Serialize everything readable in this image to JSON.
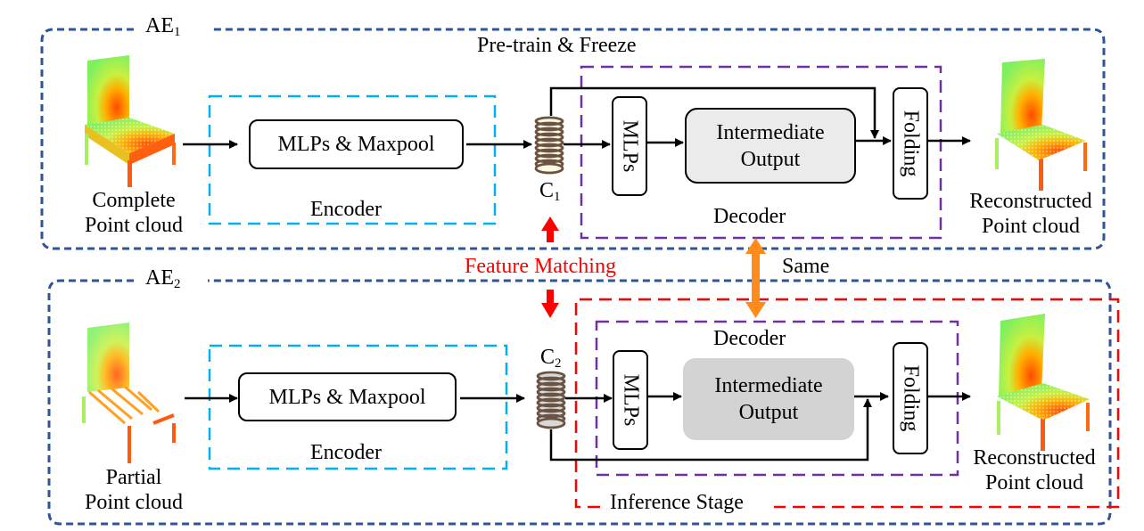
{
  "figure": {
    "ae1": {
      "title": "AE",
      "title_sub": "1",
      "stage_label": "Pre-train & Freeze",
      "input_label_line1": "Complete",
      "input_label_line2": "Point cloud",
      "encoder_block": "MLPs & Maxpool",
      "encoder_label": "Encoder",
      "codeword": "C",
      "codeword_sub": "1",
      "mlps_block": "MLPs",
      "intermediate_line1": "Intermediate",
      "intermediate_line2": "Output",
      "folding_block": "Folding",
      "decoder_label": "Decoder",
      "output_label_line1": "Reconstructed",
      "output_label_line2": "Point cloud"
    },
    "ae2": {
      "title": "AE",
      "title_sub": "2",
      "input_label_line1": "Partial",
      "input_label_line2": "Point cloud",
      "encoder_block": "MLPs & Maxpool",
      "encoder_label": "Encoder",
      "codeword": "C",
      "codeword_sub": "2",
      "mlps_block": "MLPs",
      "intermediate_line1": "Intermediate",
      "intermediate_line2": "Output",
      "folding_block": "Folding",
      "decoder_label": "Decoder",
      "inference_label": "Inference Stage",
      "output_label_line1": "Reconstructed",
      "output_label_line2": "Point cloud"
    },
    "feature_matching_label": "Feature Matching",
    "same_label": "Same",
    "colors": {
      "ae_border": "#2f5597",
      "encoder_border": "#00b0f0",
      "decoder_border": "#7030a0",
      "inference_border": "#ff0000",
      "feature_matching": "#ff0000",
      "same_arrow": "#ff8c1a",
      "codeword_stroke": "#6b5344",
      "codeword_fill": "#fff8e0"
    }
  }
}
